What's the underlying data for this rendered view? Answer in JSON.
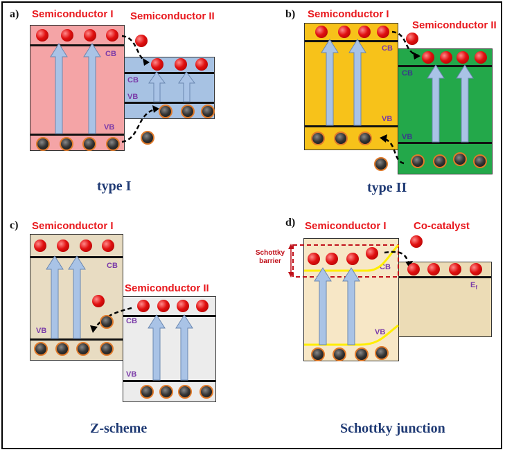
{
  "panels": {
    "a": {
      "label": "a)",
      "left_title": "Semiconductor I",
      "right_title": "Semiconductor II",
      "caption": "type I",
      "cb": "CB",
      "vb": "VB"
    },
    "b": {
      "label": "b)",
      "left_title": "Semiconductor I",
      "right_title": "Semiconductor II",
      "caption": "type II",
      "cb": "CB",
      "vb": "VB"
    },
    "c": {
      "label": "c)",
      "left_title": "Semiconductor I",
      "right_title": "Semiconductor II",
      "caption": "Z-scheme",
      "cb": "CB",
      "vb": "VB"
    },
    "d": {
      "label": "d)",
      "left_title": "Semiconductor I",
      "right_title": "Co-catalyst",
      "caption": "Schottky junction",
      "cb": "CB",
      "vb": "VB",
      "ef": "E",
      "ef_sub": "f",
      "barrier": "Schottky\nbarrier"
    }
  },
  "colors": {
    "a_left": "#f4a4a6",
    "a_right": "#a7c2e3",
    "b_left": "#f7c21a",
    "b_right": "#23a84a",
    "c_left": "#e8dcc2",
    "c_right": "#ececec",
    "d_left": "#f7e7c6",
    "d_right": "#ecdcb6",
    "arrow": "#a9c3e6",
    "electron": "#e01010",
    "hole_ring": "#e07a2a",
    "title": "#e8181d",
    "caption": "#1f3a74",
    "band_label": "#7a3aa8",
    "schottky": "#ffee00",
    "barrier_box": "#c0101a"
  }
}
